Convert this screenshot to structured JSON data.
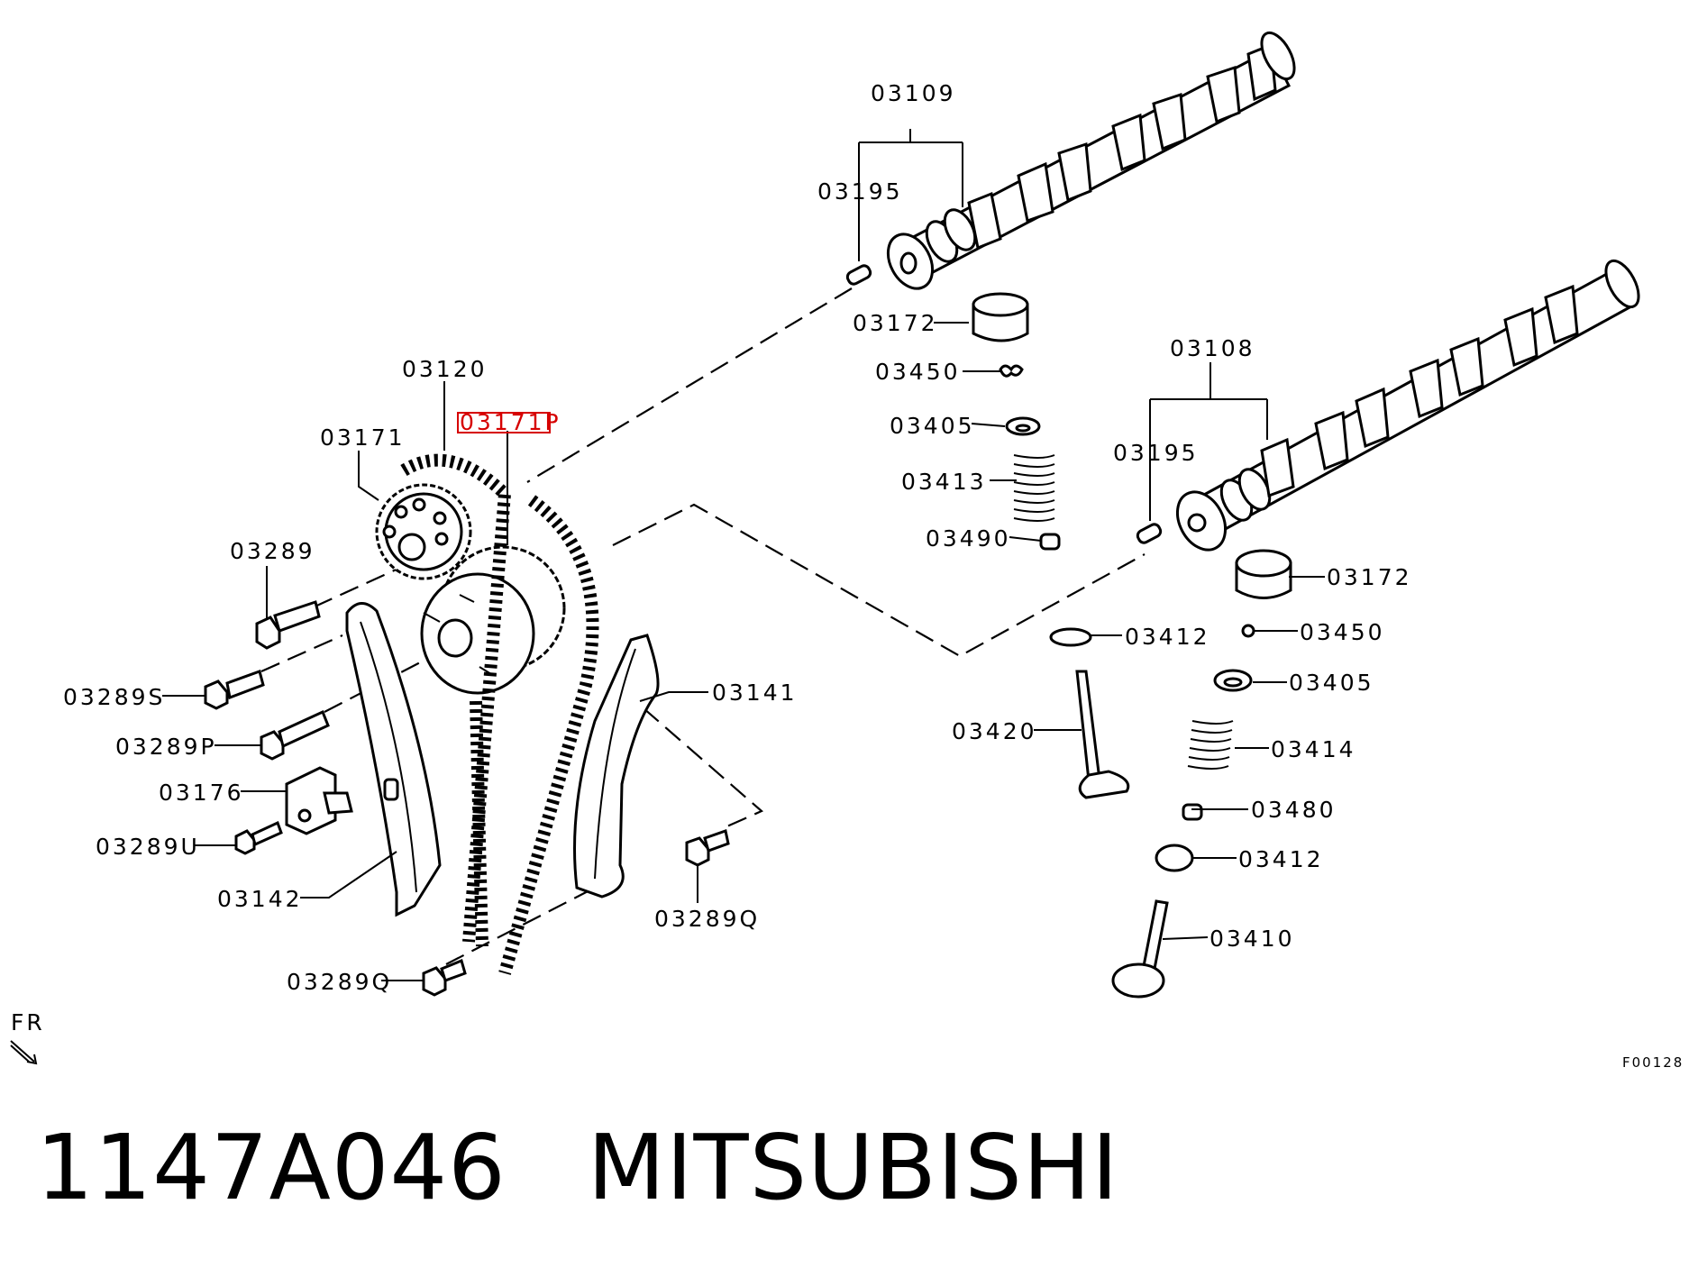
{
  "diagram": {
    "highlighted_part": "03171P",
    "highlight_color": "#d60000",
    "labels": {
      "p03109": "03109",
      "p03195_top": "03195",
      "p03172_top": "03172",
      "p03450_top": "03450",
      "p03405_top": "03405",
      "p03413": "03413",
      "p03490": "03490",
      "p03108": "03108",
      "p03195_right": "03195",
      "p03172_right": "03172",
      "p03412_top": "03412",
      "p03450_right": "03450",
      "p03405_right": "03405",
      "p03420": "03420",
      "p03414": "03414",
      "p03480": "03480",
      "p03412_bottom": "03412",
      "p03410": "03410",
      "p03120": "03120",
      "p03171P": "03171P",
      "p03171": "03171",
      "p03289": "03289",
      "p03289S": "03289S",
      "p03289P": "03289P",
      "p03176": "03176",
      "p03289U": "03289U",
      "p03142": "03142",
      "p03141": "03141",
      "p03289Q_right": "03289Q",
      "p03289Q_bottom": "03289Q",
      "direction": "FR",
      "figure_code": "F00128"
    }
  },
  "caption": {
    "part_number": "1147A046",
    "brand": "MITSUBISHI"
  }
}
